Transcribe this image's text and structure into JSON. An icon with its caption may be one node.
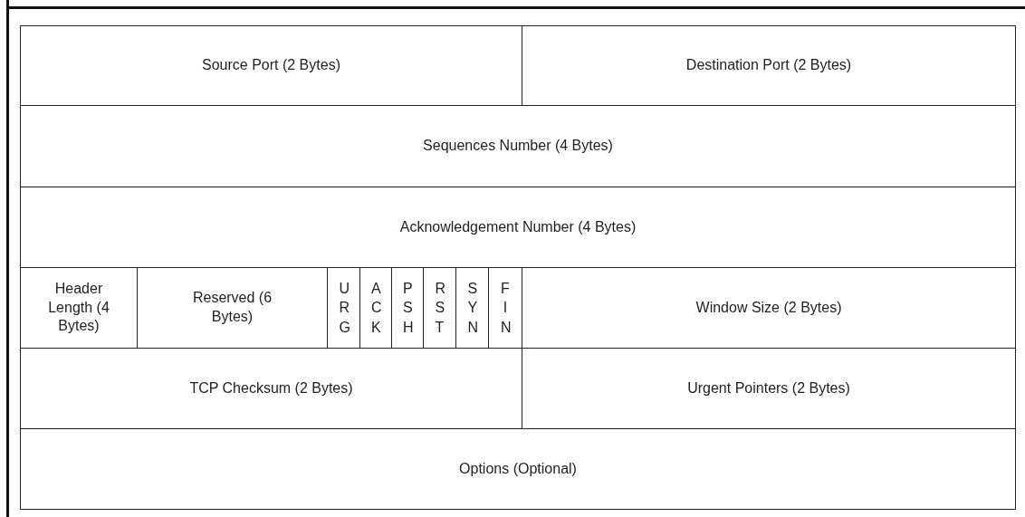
{
  "diagram": {
    "labels": [
      "Source Port (2 Bytes)",
      "Destination Port (2 Bytes)",
      "Sequences Number (4 Bytes)",
      "Acknowledgement Number (4 Bytes)",
      "Header Length (4 Bytes)",
      "Reserved (6 Bytes)",
      "URG",
      "ACK",
      "PSH",
      "RST",
      "SYN",
      "FIN",
      "Window Size (2 Bytes)",
      "TCP Checksum (2 Bytes)",
      "Urgent Pointers (2 Bytes)",
      "Options (Optional)"
    ]
  }
}
